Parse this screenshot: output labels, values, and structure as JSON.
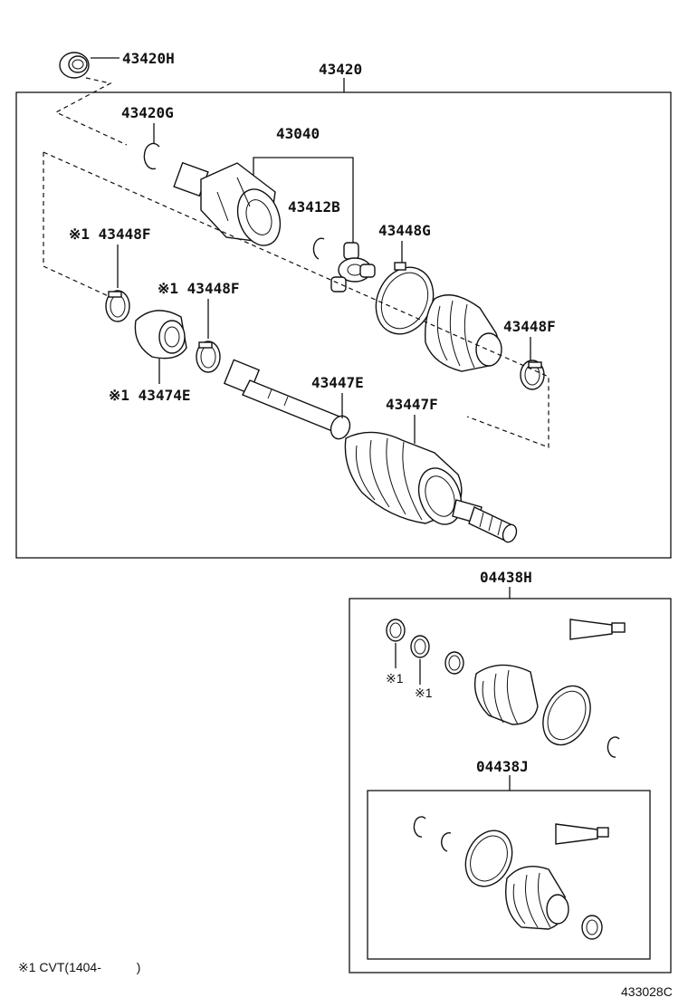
{
  "labels": {
    "p43420": "43420",
    "p43420H": "43420H",
    "p43420G": "43420G",
    "p43040": "43040",
    "p43412B": "43412B",
    "p43448G": "43448G",
    "p43448F_a": "※1 43448F",
    "p43448F_b": "※1 43448F",
    "p43448F_c": "43448F",
    "p43474E": "※1 43474E",
    "p43447E": "43447E",
    "p43447F": "43447F",
    "p04438H": "04438H",
    "p04438J": "04438J",
    "mark1_a": "※1",
    "mark1_b": "※1"
  },
  "footnote": "※1 CVT(1404-          )",
  "diagram_id": "433028C"
}
